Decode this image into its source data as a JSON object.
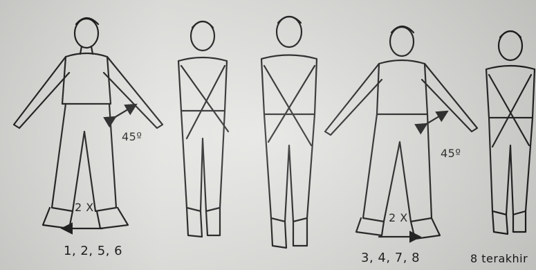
{
  "illustration": {
    "angle_left": "45º",
    "angle_right": "45º",
    "reps_left": "2 X",
    "reps_right": "2 X",
    "counts_left": "1, 2, 5, 6",
    "counts_right": "3, 4, 7, 8",
    "counts_last": "8 terakhir"
  }
}
